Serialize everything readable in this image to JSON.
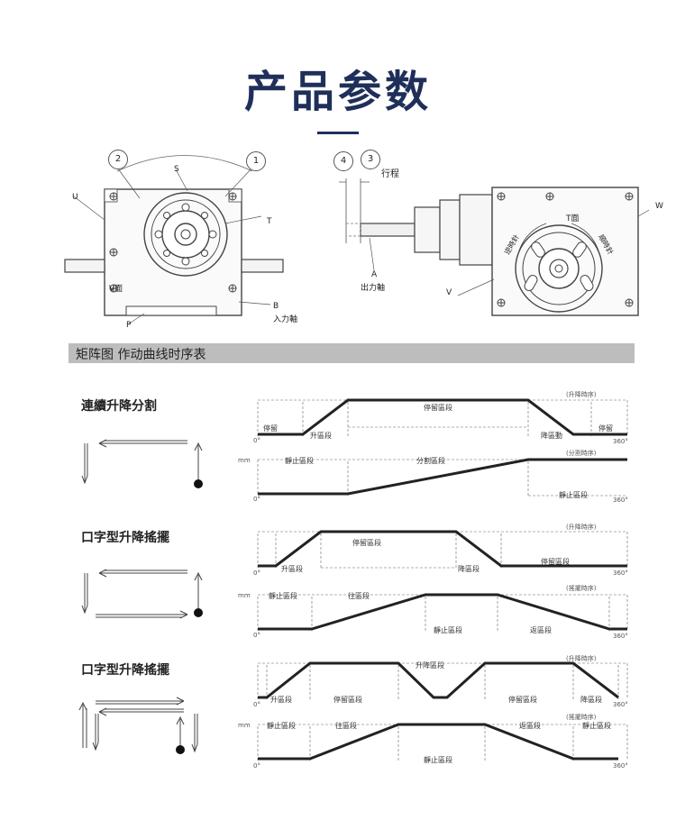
{
  "page": {
    "title": "产品参数"
  },
  "drawing_left": {
    "callout_2": "2",
    "callout_1": "1",
    "label_s": "S",
    "label_u": "U",
    "label_t": "T",
    "label_v_face": "V面",
    "label_b": "B",
    "label_b_sub": "入力軸",
    "label_p": "P"
  },
  "drawing_right": {
    "callout_4": "4",
    "callout_3": "3",
    "stroke_label": "行程",
    "label_t_face": "T面",
    "label_w": "W",
    "label_ccw": "逆時針",
    "label_cw": "順時針",
    "label_a": "A",
    "label_a_sub": "出力軸",
    "label_v": "V"
  },
  "section": {
    "header": "矩阵图   作动曲线时序表"
  },
  "motions": [
    {
      "name": "連續升降分割",
      "lift_chart": {
        "timing_label": "(升降時序)",
        "segments": [
          "停留",
          "升區段",
          "停留區段",
          "降區動",
          "停留"
        ],
        "start": "0°",
        "end": "360°"
      },
      "index_chart": {
        "timing_label": "(分割時序)",
        "unit": "mm",
        "segments": [
          "靜止區段",
          "分割區段",
          "靜止區段"
        ],
        "start": "0°",
        "end": "360°"
      }
    },
    {
      "name": "口字型升降搖擺",
      "lift_chart": {
        "timing_label": "(升降時序)",
        "segments": [
          "升區段",
          "停留區段",
          "降區段",
          "停留區段"
        ],
        "start": "0°",
        "end": "360°"
      },
      "index_chart": {
        "timing_label": "(搖擺時序)",
        "unit": "mm",
        "segments": [
          "靜止區段",
          "往區段",
          "靜止區段",
          "返區段"
        ],
        "start": "0°",
        "end": "360°"
      }
    },
    {
      "name": "口字型升降搖擺",
      "lift_chart": {
        "timing_label": "(升降時序)",
        "segments": [
          "升區段",
          "停留區段",
          "升降區段",
          "停留區段",
          "降區段"
        ],
        "start": "0°",
        "end": "360°"
      },
      "index_chart": {
        "timing_label": "(搖擺時序)",
        "unit": "mm",
        "segments": [
          "靜止區段",
          "往區段",
          "靜止區段",
          "返區段",
          "靜止區段"
        ],
        "start": "0°",
        "end": "360°"
      }
    }
  ]
}
